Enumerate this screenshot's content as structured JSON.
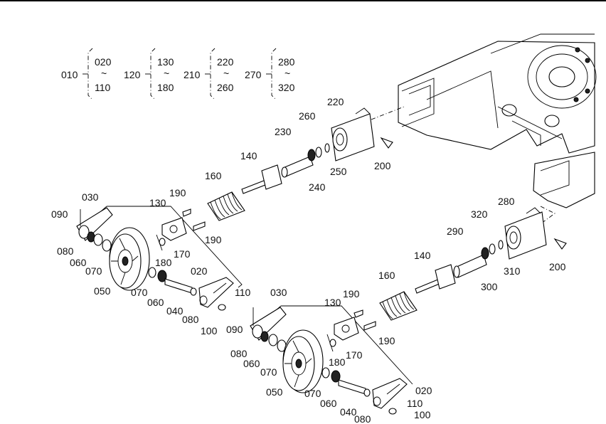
{
  "ranges": [
    {
      "ref": "010",
      "from": "020",
      "tilde": "~",
      "to": "110"
    },
    {
      "ref": "120",
      "from": "130",
      "tilde": "~",
      "to": "180"
    },
    {
      "ref": "210",
      "from": "220",
      "tilde": "~",
      "to": "260"
    },
    {
      "ref": "270",
      "from": "280",
      "tilde": "~",
      "to": "320"
    }
  ],
  "callouts": {
    "upper": [
      "030",
      "090",
      "130",
      "190",
      "190",
      "170",
      "180",
      "080",
      "060",
      "070",
      "050",
      "070",
      "060",
      "040",
      "080",
      "020",
      "110",
      "100",
      "160",
      "140",
      "230",
      "260",
      "220",
      "250",
      "240",
      "200"
    ],
    "lower": [
      "030",
      "090",
      "130",
      "190",
      "190",
      "170",
      "180",
      "080",
      "060",
      "070",
      "050",
      "070",
      "060",
      "040",
      "080",
      "020",
      "110",
      "100",
      "160",
      "140",
      "290",
      "320",
      "280",
      "310",
      "300",
      "200"
    ]
  }
}
